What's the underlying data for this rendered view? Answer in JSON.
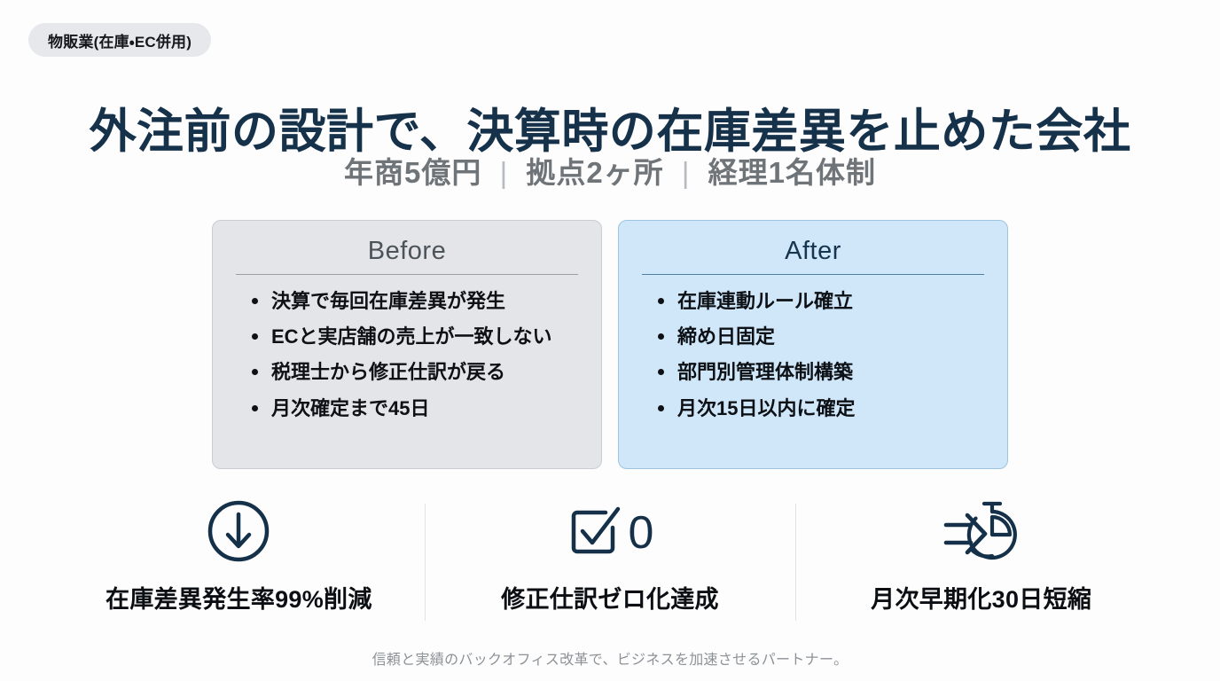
{
  "badge": {
    "label": "物販業(在庫・EC併用)"
  },
  "header": {
    "title": "外注前の設計で、決算時の在庫差異を止めた会社",
    "subtitle": {
      "item1": "年商5億円",
      "sep1": "|",
      "item2": "拠点2ヶ所",
      "sep2": "|",
      "item3": "経理1名体制"
    }
  },
  "compare": {
    "before": {
      "title": "Before",
      "items": [
        "決算で毎回在庫差異が発生",
        "ECと実店舗の売上が一致しない",
        "税理士から修正仕訳が戻る",
        "月次確定まで45日"
      ]
    },
    "after": {
      "title": "After",
      "items": [
        "在庫連動ルール確立",
        "締め日固定",
        "部門別管理体制構築",
        "月次15日以内に確定"
      ]
    }
  },
  "stats": [
    {
      "icon": "arrow-down-circle-icon",
      "number": "",
      "label": "在庫差異発生率99%削減"
    },
    {
      "icon": "checkbox-check-icon",
      "number": "0",
      "label": "修正仕訳ゼロ化達成"
    },
    {
      "icon": "fast-forward-stopwatch-icon",
      "number": "",
      "label": "月次早期化30日短縮"
    }
  ],
  "footer": {
    "tagline": "信頼と実績のバックオフィス改革で、ビジネスを加速させるパートナー。"
  },
  "colors": {
    "background": "#fdfdfd",
    "title_navy": "#16324a",
    "subtitle_gray": "#6f7479",
    "badge_bg": "#e6e8ec",
    "before_bg": "#e3e5e9",
    "before_border": "#c9ccd2",
    "after_bg": "#d0e7f9",
    "after_border": "#9cc4e0",
    "icon_navy": "#15314a",
    "divider": "#dfe2e6",
    "footer_gray": "#8d9297"
  }
}
